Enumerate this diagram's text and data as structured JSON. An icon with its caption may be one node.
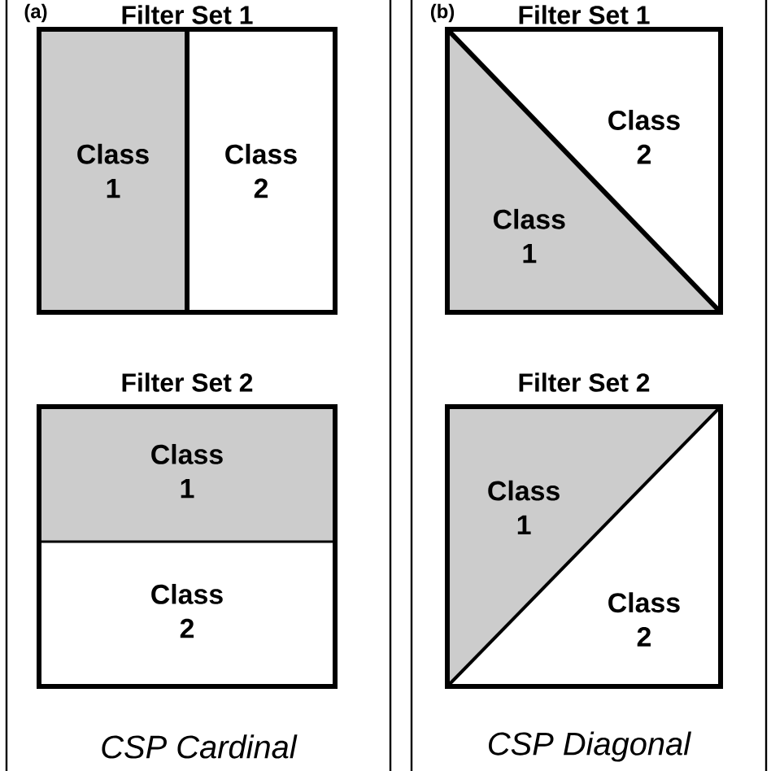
{
  "diagram": {
    "nodes": [
      {
        "text": [
          "CSP Cardinal"
        ]
      },
      {
        "text": [
          "Filter Set 1"
        ],
        "in": 0
      },
      {
        "text": [
          "Class 1"
        ],
        "in": 1
      },
      {
        "text": [
          "Class 2"
        ],
        "in": 1
      },
      {
        "text": [
          "Filter Set 2"
        ],
        "in": 0
      },
      {
        "text": [
          "Class 1"
        ],
        "in": 4
      },
      {
        "text": [
          "Class 2"
        ],
        "in": 4
      },
      {
        "text": [
          "CSP Diagonal"
        ]
      },
      {
        "text": [
          "Filter Set 1"
        ],
        "in": 7
      },
      {
        "text": [
          "Class 1"
        ],
        "in": 8
      },
      {
        "text": [
          "Class 2"
        ],
        "in": 8
      },
      {
        "text": [
          "Filter Set 2"
        ],
        "in": 7
      },
      {
        "text": [
          "Class 1"
        ],
        "in": 11
      },
      {
        "text": [
          "Class 2"
        ],
        "in": 11
      }
    ],
    "labels": [
      "(a)",
      "(b)"
    ]
  }
}
